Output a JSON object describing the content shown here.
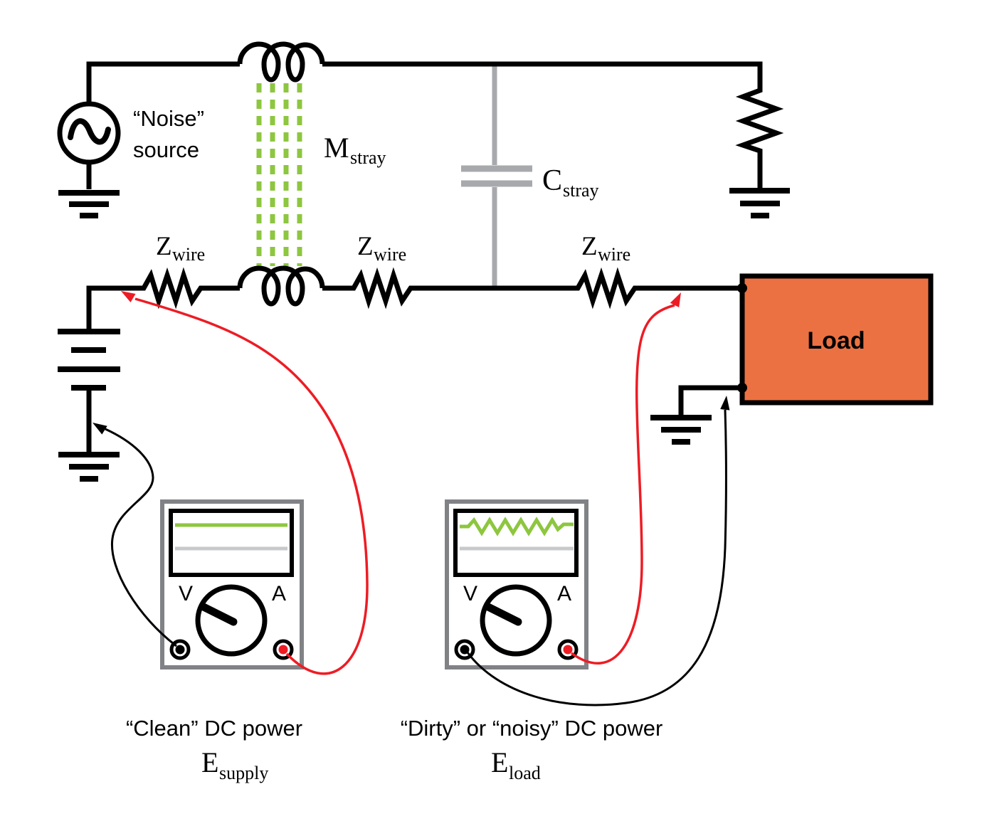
{
  "colors": {
    "green": "#8dc63f",
    "red": "#ed1c24",
    "orange": "#ec7142",
    "gray": "#a7a9ac",
    "lightgray": "#c7c9cb",
    "metergray": "#808285"
  },
  "top_circuit": {
    "noise_label_line1": "“Noise”",
    "noise_label_line2": "source",
    "m_label": "M",
    "m_sub": "stray",
    "c_label": "C",
    "c_sub": "stray"
  },
  "bottom_circuit": {
    "z_label": "Z",
    "z_sub": "wire",
    "load_label": "Load"
  },
  "meters": {
    "volt_label": "V",
    "amp_label": "A",
    "left_caption": "“Clean” DC power",
    "right_caption": "“Dirty” or “noisy” DC power",
    "left_e": "E",
    "left_e_sub": "supply",
    "right_e": "E",
    "right_e_sub": "load"
  }
}
